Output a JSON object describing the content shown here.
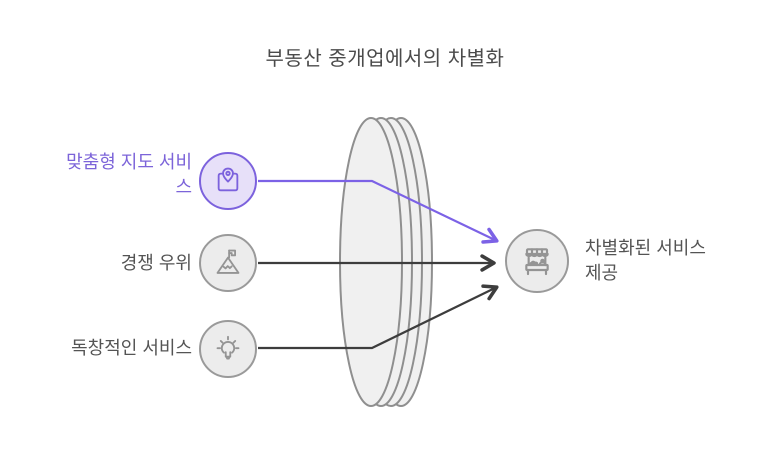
{
  "title": "부동산 중개업에서의 차별화",
  "inputs": [
    {
      "label": "맞춤형 지도 서비스",
      "lines": [
        "맞춤형 지도 서비",
        "스"
      ],
      "icon": "map-pin-icon",
      "accent": true
    },
    {
      "label": "경쟁 우위",
      "lines": [
        "경쟁 우위"
      ],
      "icon": "mountain-flag-icon",
      "accent": false
    },
    {
      "label": "독창적인 서비스",
      "lines": [
        "독창적인 서비스"
      ],
      "icon": "lightbulb-icon",
      "accent": false
    }
  ],
  "output": {
    "label": "차별화된 서비스 제공",
    "lines": [
      "차별화된 서비스",
      "제공"
    ],
    "icon": "market-stall-icon"
  },
  "lens": {
    "shape": "lens-disc"
  },
  "colors": {
    "accent_purple": "#7c62dd",
    "purple_line": "#7c62e6",
    "dark_line": "#3d3d3d",
    "title_text": "#4b4b4b",
    "gray_text": "#545454",
    "icon_gray_stroke": "#9a9a9a",
    "icon_gray_fill": "#ececec",
    "accent_fill": "#e7e0f9",
    "lens_fill": "#f0f0f0",
    "lens_stroke": "#8f8f8f"
  }
}
